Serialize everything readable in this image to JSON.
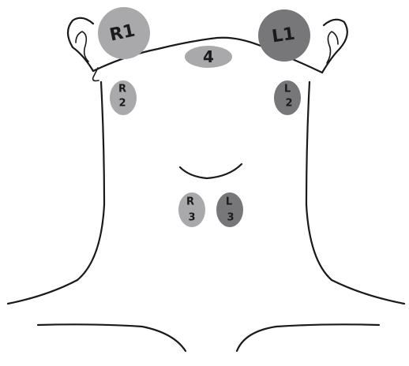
{
  "colors": {
    "light_zone": "#a9a9ab",
    "dark_zone": "#77777a",
    "mid_zone": "#9c9c9e",
    "outline": "#1a1a1a",
    "background": "#ffffff"
  },
  "zones": {
    "r1": {
      "label": "R1",
      "shade": "light"
    },
    "l1": {
      "label": "L1",
      "shade": "dark"
    },
    "four": {
      "label": "4",
      "shade": "light"
    },
    "r2": {
      "line1": "R",
      "line2": "2",
      "shade": "light"
    },
    "l2": {
      "line1": "L",
      "line2": "2",
      "shade": "dark"
    },
    "r3": {
      "line1": "R",
      "line2": "3",
      "shade": "light"
    },
    "l3": {
      "line1": "L",
      "line2": "3",
      "shade": "dark"
    }
  }
}
